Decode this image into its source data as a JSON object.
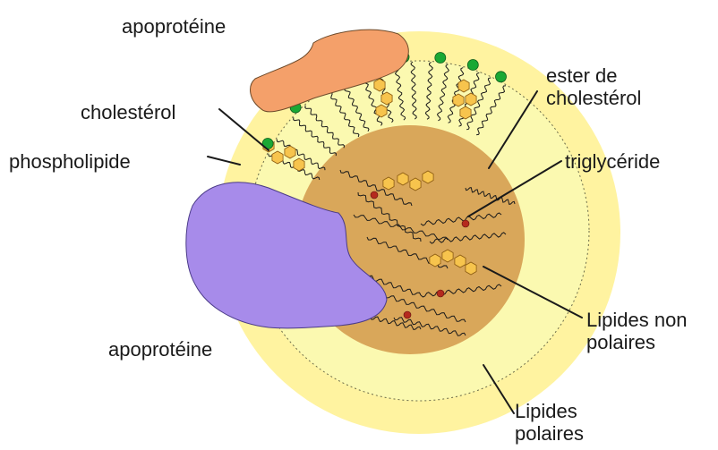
{
  "labels": {
    "apoproteine_top": "apoprotéine",
    "cholesterol": "cholestérol",
    "phospholipide": "phospholipide",
    "apoproteine_bottom": "apoprotéine",
    "ester_de_cholesterol": [
      "ester de",
      "cholestérol"
    ],
    "triglyceride": "triglycéride",
    "lipides_non_polaires": [
      "Lipides non",
      "polaires"
    ],
    "lipides_polaires": [
      "Lipides",
      "polaires"
    ]
  },
  "colors": {
    "polar_shell": "#fff3a0",
    "polar_shell_inner": "#fbf9b0",
    "nonpolar_core": "#d9a75a",
    "apoprotein_top": "#f4a06a",
    "apoprotein_bottom": "#a78bea",
    "phospholipid_head": "#1aa834",
    "cholesterol_ring": "#f7c44d",
    "triglyceride_dot": "#b52a1e",
    "tail_line": "#1a1a1a"
  }
}
